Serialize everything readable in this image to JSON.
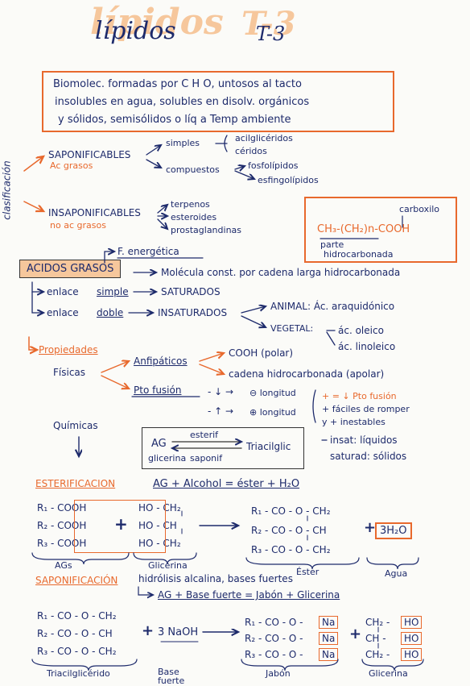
{
  "title": {
    "main": "lípidos",
    "tema": "T-3"
  },
  "definition": [
    "Biomolec. formadas por C H O, untosos al tacto",
    "insolubles en agua, solubles en disolv. orgánicos",
    "y sólidos, semisólidos o líq a Temp ambiente"
  ],
  "side_label": "clasificación",
  "saponificables": {
    "label": "SAPONIFICABLES",
    "sub": "Ac grasos",
    "simples": "simples",
    "simples_items": [
      "acilglicéridos",
      "céridos"
    ],
    "compuestos": "compuestos",
    "compuestos_items": [
      "fosfolípidos",
      "esfingolípidos"
    ]
  },
  "insaponificables": {
    "label": "INSAPONIFICABLES",
    "sub": "no ac grasos",
    "items": [
      "terpenos",
      "esteroides",
      "prostaglandinas"
    ]
  },
  "formula_box": {
    "carboxilo": "carboxilo",
    "formula": "CH₃-(CH₂)n-COOH",
    "parte": "parte",
    "hidrocarbonada": "hidrocarbonada"
  },
  "acidos": {
    "label": "ACIDOS GRASOS",
    "energetica": "F. energética",
    "molecula": "Molécula const. por cadena larga hidrocarbonada",
    "simple_row": [
      "enlace",
      "simple",
      "SATURADOS"
    ],
    "doble_row": [
      "enlace",
      "doble",
      "INSATURADOS"
    ],
    "animal": "ANIMAL: Ác. araquidónico",
    "vegetal": "VEGETAL:",
    "vegetal_items": [
      "ác. oleico",
      "ác. linoleico"
    ]
  },
  "propiedades": {
    "label": "Propiedades",
    "fisicas": "Físicas",
    "anfipaticos": "Anfipáticos",
    "anf_items": [
      "COOH (polar)",
      "cadena hidrocarbonada (apolar)"
    ],
    "pto_fusion": "Pto fusión",
    "longitud_1": "⊖ longitud",
    "longitud_2": "⊕ longitud",
    "nota_1": "+ = ↓ Pto fusión",
    "nota_2": "+ fáciles de romper",
    "nota_3": "y + inestables",
    "insat": "insat: líquidos",
    "satur": "saturad: sólidos",
    "quimicas": "Químicas"
  },
  "eq_box": {
    "ag": "AG",
    "glicerina": "glicerina",
    "esterif": "esterif",
    "saponif": "saponif",
    "triacilglic": "Triacilglic"
  },
  "esterificacion": {
    "label": "ESTERIFICACION",
    "equation": "AG + Alcohol = éster + H₂O",
    "left_rows": [
      "R₁ - COOH",
      "R₂ - COOH",
      "R₃ - COOH"
    ],
    "glyc_rows": [
      "HO - CH₂",
      "HO - CH",
      "HO - CH₂"
    ],
    "prod_rows": [
      "R₁ - CO - O - CH₂",
      "R₂ - CO - O - CH",
      "R₃ - CO - O - CH₂"
    ],
    "water": "3H₂O",
    "ag_label": "AGs",
    "glic_label": "Glicerina",
    "ester_label": "Éster",
    "agua_label": "Agua"
  },
  "saponificacion": {
    "label": "SAPONIFICACIÓN",
    "desc": "hidrólisis alcalina, bases fuertes",
    "equation": "AG + Base fuerte = Jabón + Glicerina",
    "tri_rows": [
      "R₁ - CO - O - CH₂",
      "R₂ - CO - O - CH",
      "R₃ - CO - O - CH₂"
    ],
    "base": "3 NaOH",
    "jabon_rows": [
      "R₁ - CO - O -",
      "R₂ - CO - O -",
      "R₃ - CO - O -"
    ],
    "na": "Na",
    "glyc_rows": [
      "CH₂ -",
      "CH -",
      "CH₂ -"
    ],
    "ho": "HO",
    "tri_label": "Triacilglicérido",
    "base_label_1": "Base",
    "base_label_2": "fuerte",
    "jabon_label": "Jabón",
    "glic_label": "Glicerina"
  }
}
